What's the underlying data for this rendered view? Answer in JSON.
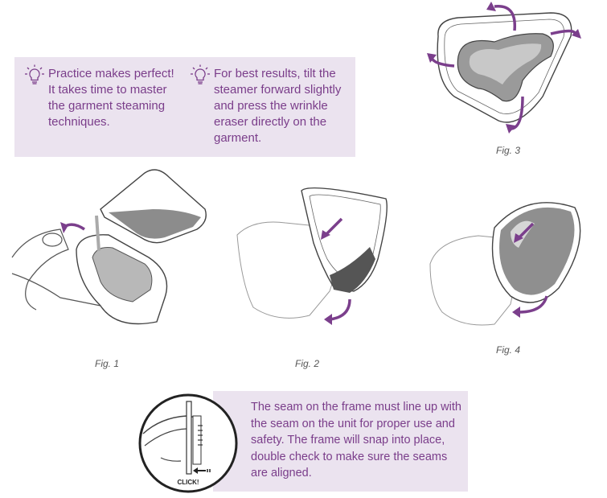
{
  "tips": [
    {
      "text": "Practice makes perfect! It takes time to master the garment steaming techniques."
    },
    {
      "text": "For best results, tilt the steamer forward slightly and press the wrinkle eraser directly on the garment."
    }
  ],
  "figures": [
    {
      "caption": "Fig. 1"
    },
    {
      "caption": "Fig. 2"
    },
    {
      "caption": "Fig. 3"
    },
    {
      "caption": "Fig. 4"
    }
  ],
  "seam_note": {
    "text": "The seam on the frame must line up with the seam on the unit for proper use and safety. The frame will snap into place, double check to make sure the seams are aligned.",
    "click_label": "CLICK!"
  },
  "colors": {
    "accent": "#7a3d8a",
    "panel": "#ebe3ef",
    "arrow": "#7b3f8c"
  }
}
